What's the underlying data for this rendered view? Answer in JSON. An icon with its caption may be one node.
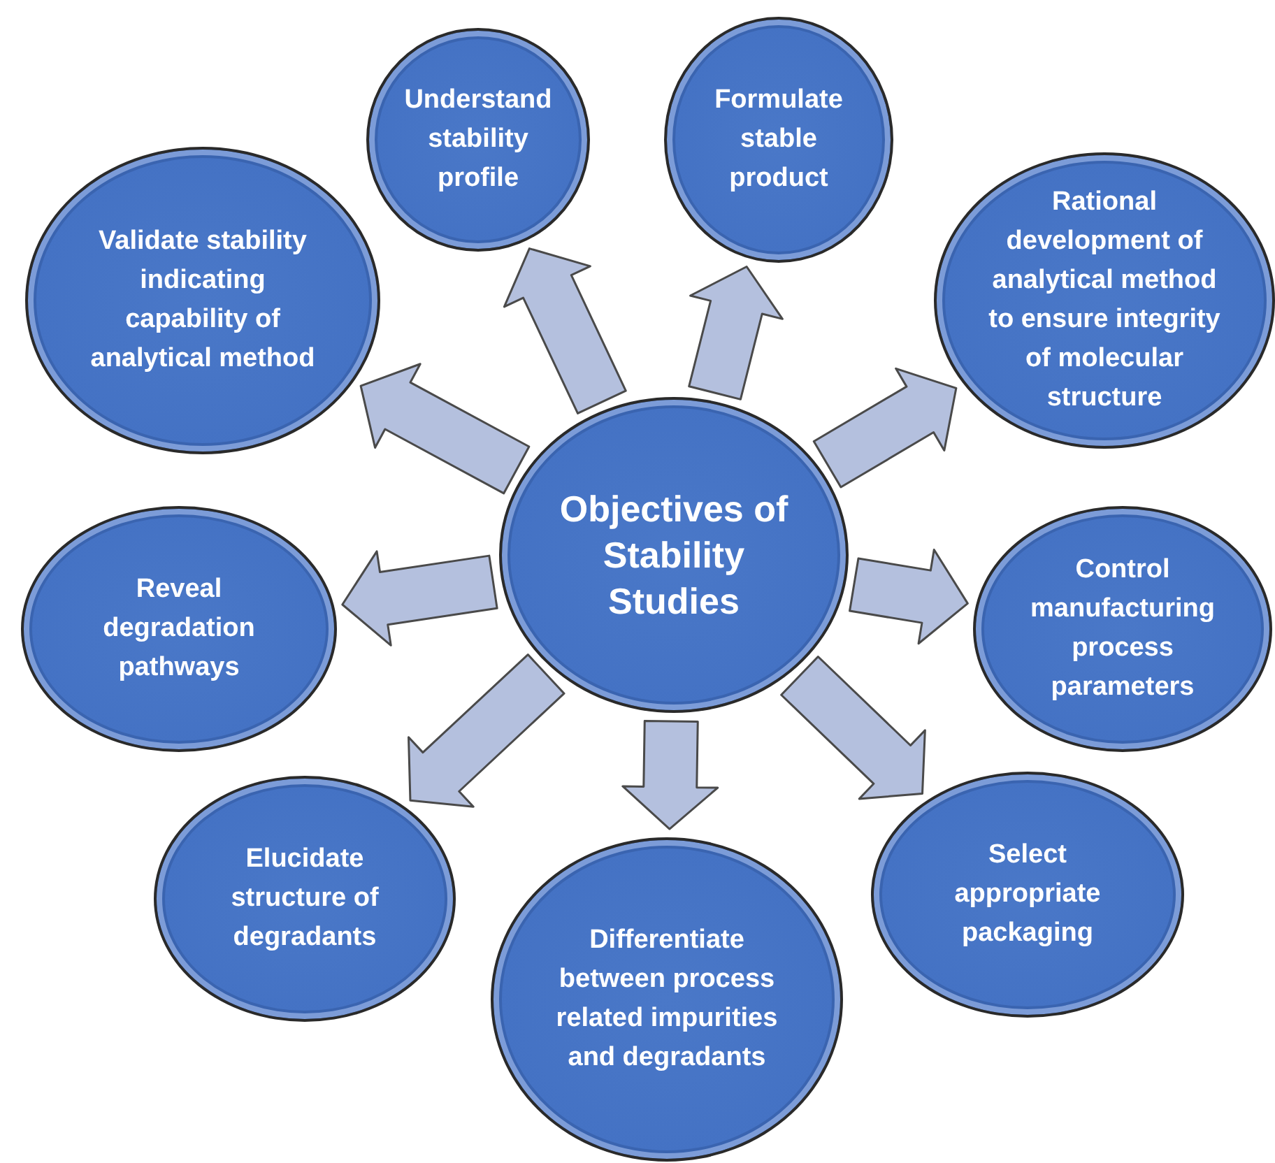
{
  "diagram": {
    "nodes": [
      {
        "text": [
          "Objectives of Stability Studies"
        ]
      },
      {
        "text": [
          "Understand stability profile"
        ]
      },
      {
        "text": [
          "Formulate stable product"
        ]
      },
      {
        "text": [
          "Rational development of analytical method to ensure integrity of molecular structure"
        ]
      },
      {
        "text": [
          "Control manufacturing process parameters"
        ]
      },
      {
        "text": [
          "Select appropriate packaging"
        ]
      },
      {
        "text": [
          "Differentiate between process related impurities and degradants"
        ]
      },
      {
        "text": [
          "Elucidate structure of degradants"
        ]
      },
      {
        "text": [
          "Reveal degradation pathways"
        ]
      },
      {
        "text": [
          "Validate stability indicating capability of analytical method"
        ]
      }
    ],
    "edges": [
      {
        "from": 0,
        "to": 1,
        "arrow": "to"
      },
      {
        "from": 0,
        "to": 2,
        "arrow": "to"
      },
      {
        "from": 0,
        "to": 3,
        "arrow": "to"
      },
      {
        "from": 0,
        "to": 4,
        "arrow": "to"
      },
      {
        "from": 0,
        "to": 5,
        "arrow": "to"
      },
      {
        "from": 0,
        "to": 6,
        "arrow": "to"
      },
      {
        "from": 0,
        "to": 7,
        "arrow": "to"
      },
      {
        "from": 0,
        "to": 8,
        "arrow": "to"
      },
      {
        "from": 0,
        "to": 9,
        "arrow": "to"
      }
    ]
  }
}
